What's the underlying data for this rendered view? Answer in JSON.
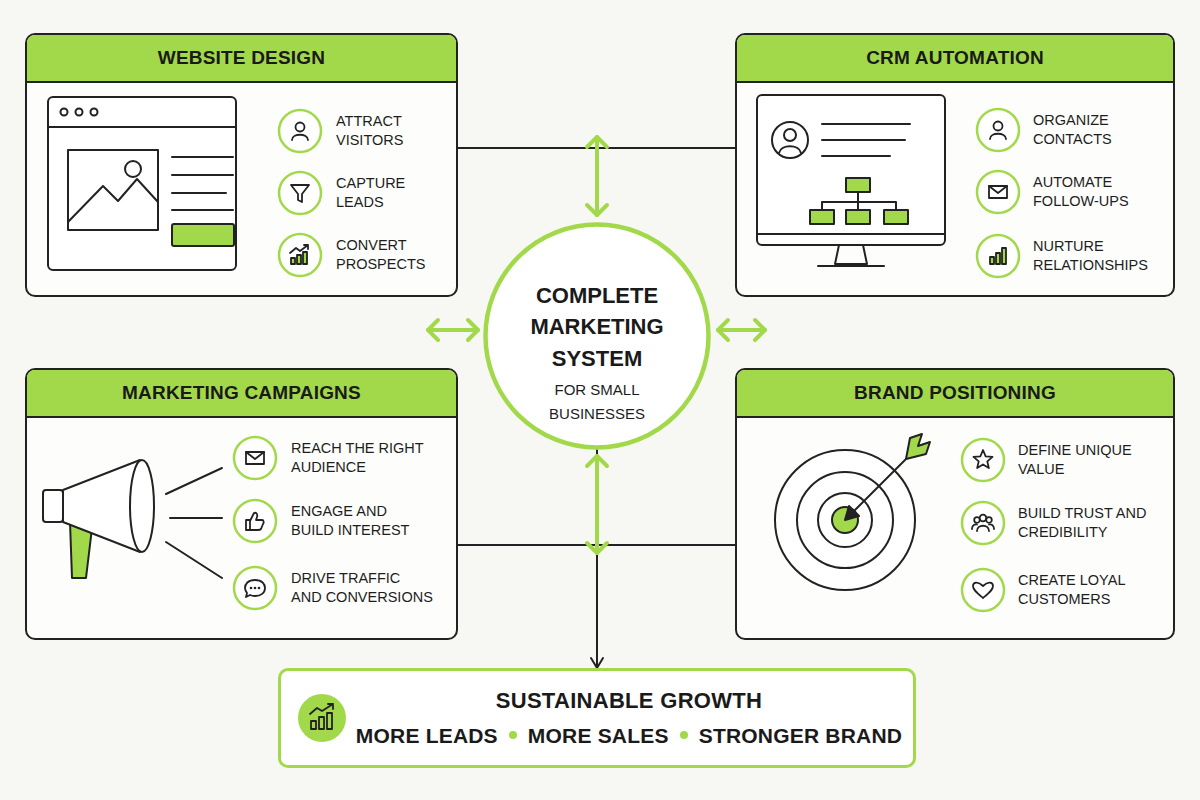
{
  "diagram": {
    "nodes": [
      {
        "text": [
          "WEBSITE DESIGN",
          "ATTRACT VISITORS",
          "CAPTURE LEADS",
          "CONVERT PROSPECTS"
        ]
      },
      {
        "text": [
          "CRM AUTOMATION",
          "ORGANIZE CONTACTS",
          "AUTOMATE FOLLOW-UPS",
          "NURTURE RELATIONSHIPS"
        ]
      },
      {
        "text": [
          "COMPLETE MARKETING SYSTEM",
          "FOR SMALL BUSINESSES"
        ]
      },
      {
        "text": [
          "MARKETING CAMPAIGNS",
          "REACH THE RIGHT AUDIENCE",
          "ENGAGE AND BUILD INTEREST",
          "DRIVE TRAFFIC AND CONVERSIONS"
        ]
      },
      {
        "text": [
          "BRAND POSITIONING",
          "DEFINE UNIQUE VALUE",
          "BUILD TRUST AND CREDIBILITY",
          "CREATE LOYAL CUSTOMERS"
        ]
      },
      {
        "text": [
          "SUSTAINABLE GROWTH",
          "MORE LEADS",
          "MORE SALES",
          "STRONGER BRAND"
        ]
      }
    ],
    "edges": [
      {
        "from": 0,
        "to": 1,
        "arrow": "none"
      },
      {
        "from": 3,
        "to": 4,
        "arrow": "none"
      },
      {
        "from": 2,
        "to": 5,
        "arrow": "to"
      }
    ]
  }
}
